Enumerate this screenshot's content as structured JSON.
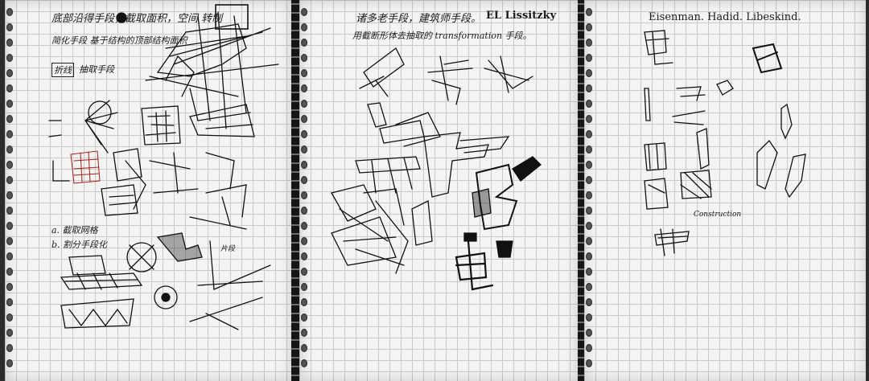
{
  "pages": [
    {
      "id": "page-1",
      "notes": {
        "title": "底部沿得手段，截取面积，空间 转制",
        "line2": "简化手段 基于结构的顶部结构面积",
        "line3": "",
        "label_1": "折线",
        "label_2": "抽取手段",
        "label_a": "a. 截取网格",
        "label_b": "b. 割分手段化",
        "label_c": "",
        "label_d": "",
        "label_e": "片段"
      }
    },
    {
      "id": "page-2",
      "notes": {
        "title": "诸多老手段，建筑师手段。",
        "author": "EL Lissitzky",
        "line2": "用截断形体去抽取的 transformation 手段。",
        "sub": "",
        "label_small": ""
      }
    },
    {
      "id": "page-3",
      "notes": {
        "title": "Eisenman. Hadid. Libeskind.",
        "line2": "",
        "word": "Construction",
        "line3": "",
        "line4": "",
        "line5": "",
        "line6": ""
      }
    }
  ]
}
